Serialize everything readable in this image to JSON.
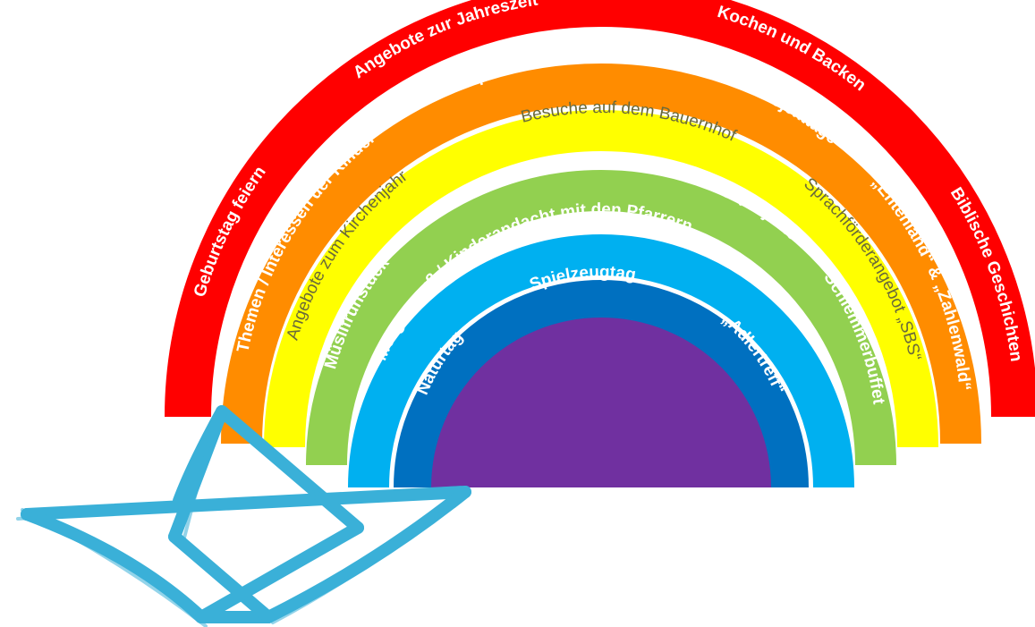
{
  "bands": [
    {
      "id": "red",
      "color": "#ff0000",
      "labels": [
        "Geburtstag feiern",
        "Angebote zur Jahreszeit",
        "Kochen und Backen",
        "Biblische Geschichten"
      ]
    },
    {
      "id": "orange",
      "color": "#ff8c00",
      "labels": [
        "Themen / Interessen der Kinder",
        "Kooperation Grundschule",
        "Projekttage",
        "„Entenland“ & „Zahlenwald“"
      ]
    },
    {
      "id": "yellow",
      "color": "#ffff00",
      "labels": [
        "Angebote zum Kirchenjahr",
        "Besuche auf dem Bauernhof",
        "Sprachförderangebot „SBS“"
      ]
    },
    {
      "id": "green",
      "color": "#92d050",
      "labels": [
        "Müslifrühstück",
        "Kleine Ausflüge",
        "Nachmittagsprojekte",
        "Schlemmerbuffet"
      ]
    },
    {
      "id": "cyan",
      "color": "#00b0f0",
      "labels": [
        "Morgengruß / Kinderandacht mit den Pfarrern"
      ]
    },
    {
      "id": "blue",
      "color": "#0070c0",
      "labels": [
        "Naturtag",
        "Spielzeugtag",
        "„Adlertreff“"
      ]
    }
  ],
  "center": {
    "color": "#7030a0"
  },
  "boat": {
    "icon": "paper-boat-icon",
    "color": "#3ab0d8"
  }
}
